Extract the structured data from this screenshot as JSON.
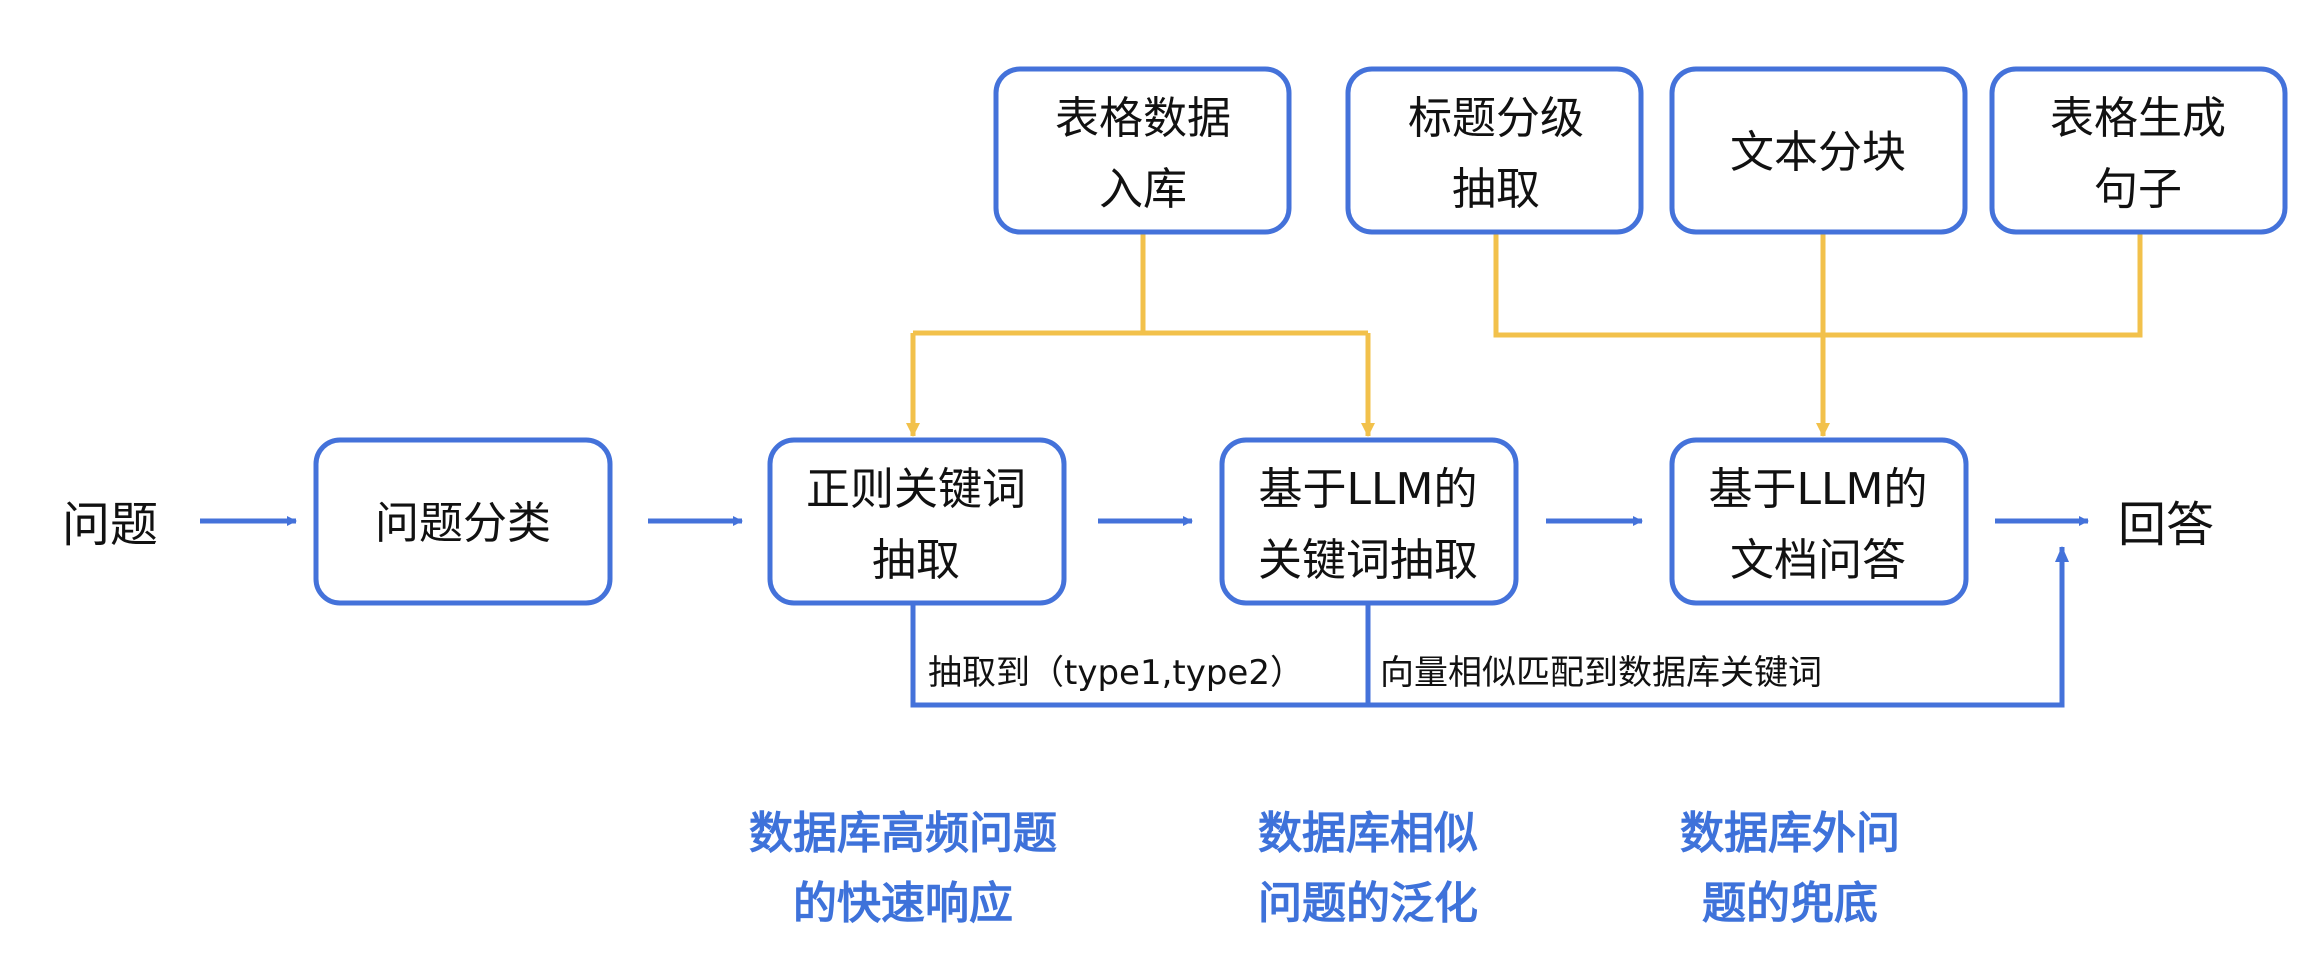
{
  "colors": {
    "box_border": "#4472DA",
    "flow_arrow": "#4472DA",
    "source_connector": "#F2C14B",
    "caption": "#3E72DA"
  },
  "nodes": {
    "question": "问题",
    "classify": [
      "问题分类"
    ],
    "regex_extract": [
      "正则关键词",
      "抽取"
    ],
    "llm_extract": [
      "基于LLM的",
      "关键词抽取"
    ],
    "llm_qa": [
      "基于LLM的",
      "文档问答"
    ],
    "answer": "回答"
  },
  "sources": {
    "table_ingest": [
      "表格数据",
      "入库"
    ],
    "heading_extract": [
      "标题分级",
      "抽取"
    ],
    "text_chunk": [
      "文本分块"
    ],
    "table_sentence": [
      "表格生成",
      "句子"
    ]
  },
  "edge_labels": {
    "regex_hit": "抽取到（type1,type2）",
    "vector_match": "向量相似匹配到数据库关键词"
  },
  "captions": {
    "fast_response": [
      "数据库高频问题",
      "的快速响应"
    ],
    "generalization": [
      "数据库相似",
      "问题的泛化"
    ],
    "fallback": [
      "数据库外问",
      "题的兜底"
    ]
  }
}
